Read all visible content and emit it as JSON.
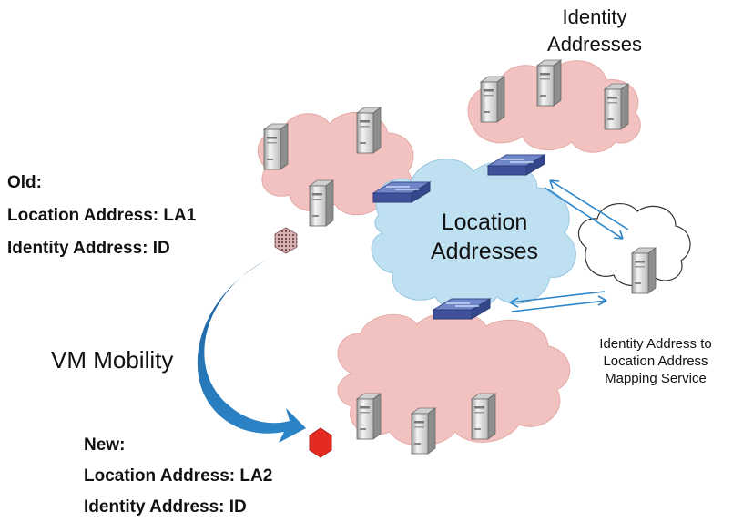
{
  "colors": {
    "pink_cloud": "#f2c2c0",
    "blue_cloud": "#bfe0f0",
    "white_cloud": "#ffffff",
    "arrow_blue": "#1f6fb0",
    "switch_blue": "#4a5fa8",
    "hex_red": "#e32b22",
    "hex_dotted": "#a07070"
  },
  "labels": {
    "identity_title_1": "Identity",
    "identity_title_2": "Addresses",
    "location_1": "Location",
    "location_2": "Addresses",
    "old_title": "Old:",
    "old_location": "Location Address: LA1",
    "old_identity": "Identity Address: ID",
    "vm_mobility": "VM Mobility",
    "new_title": "New:",
    "new_location": "Location Address: LA2",
    "new_identity": "Identity Address: ID",
    "mapping_1": "Identity Address to",
    "mapping_2": "Location Address",
    "mapping_3": "Mapping Service"
  },
  "icons": [
    "server-icon",
    "switch-icon",
    "vm-hexagon-icon",
    "cloud-icon",
    "double-arrow-icon"
  ]
}
